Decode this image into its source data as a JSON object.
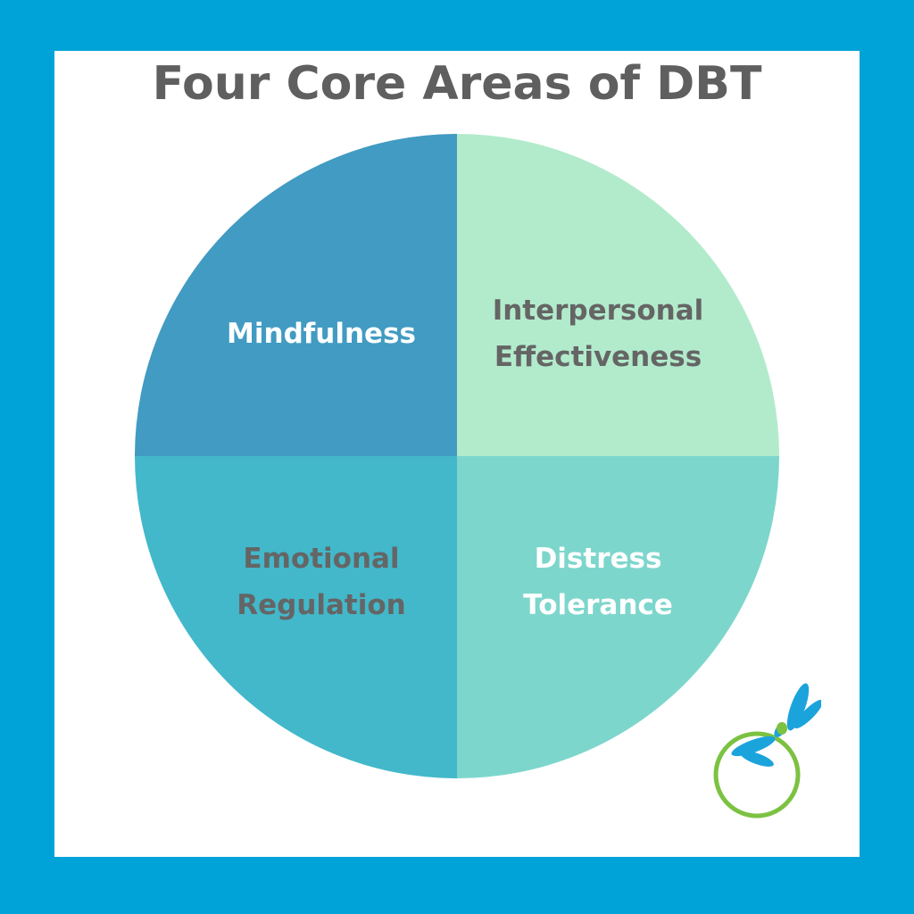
{
  "title": "Four Core Areas of DBT",
  "quadrants": [
    {
      "id": "top-left",
      "lines": [
        "Mindfulness"
      ],
      "fill": "#419bc2",
      "text_color": "#ffffff"
    },
    {
      "id": "top-right",
      "lines": [
        "Interpersonal",
        "Effectiveness"
      ],
      "fill": "#b2ebcc",
      "text_color": "#656565"
    },
    {
      "id": "bottom-left",
      "lines": [
        "Emotional",
        "Regulation"
      ],
      "fill": "#42b8ca",
      "text_color": "#656565"
    },
    {
      "id": "bottom-right",
      "lines": [
        "Distress",
        "Tolerance"
      ],
      "fill": "#7dd6cc",
      "text_color": "#ffffff"
    }
  ],
  "colors": {
    "border": "#00a3d7",
    "title": "#5f5f5f",
    "logo_ring": "#7cc242",
    "logo_wing": "#1ba3dc"
  },
  "logo": {
    "icon": "dragonfly-circle-logo"
  }
}
